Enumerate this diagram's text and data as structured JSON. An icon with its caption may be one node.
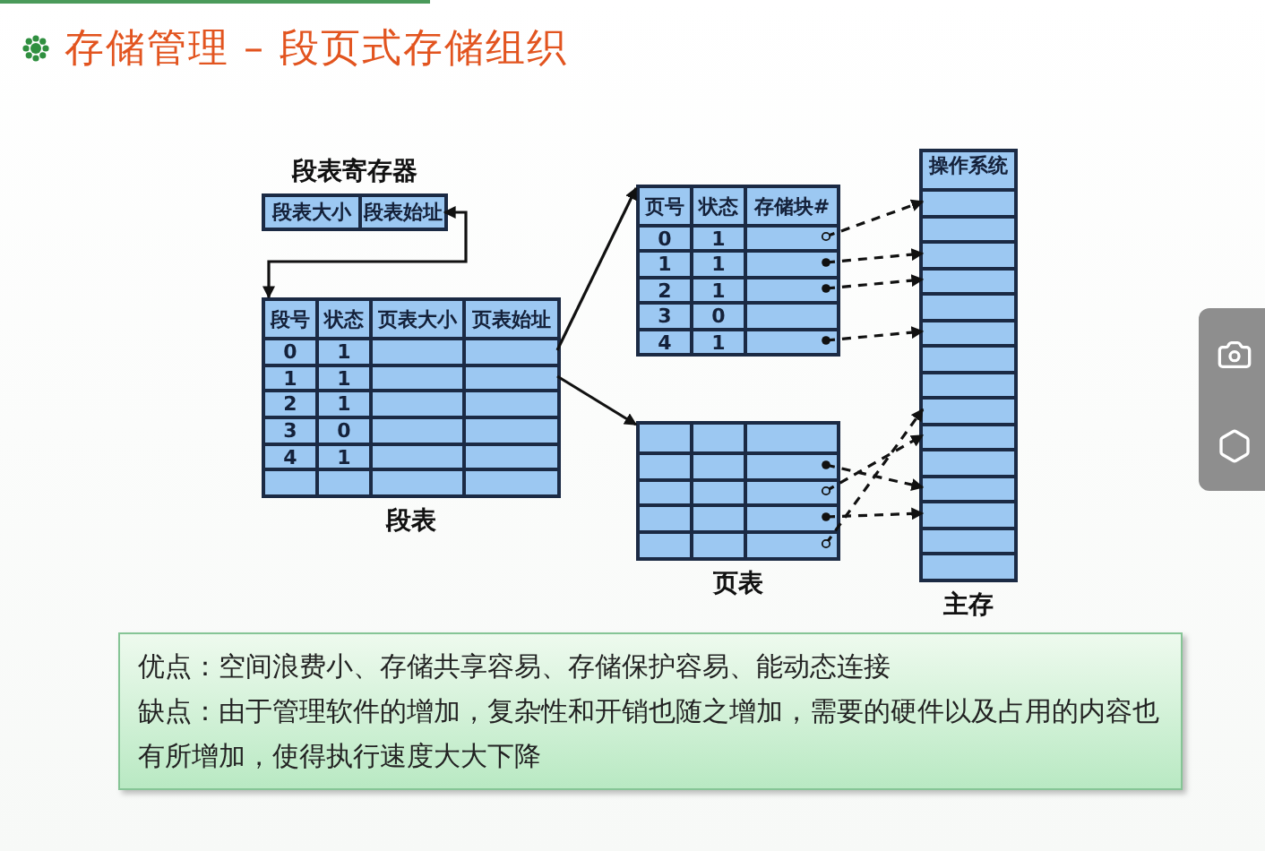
{
  "diagram": {
    "title": "存储管理 – 段页式存储组织",
    "nodes": [
      {
        "text": [
          "段表寄存器"
        ]
      },
      {
        "text": [
          "段表大小"
        ],
        "in": 0
      },
      {
        "text": [
          "段表始址"
        ],
        "in": 0
      },
      {
        "text": [
          "段表"
        ]
      },
      {
        "text": [
          "段号",
          "状态",
          "页表大小",
          "页表始址"
        ],
        "in": 3
      },
      {
        "text": [
          "0",
          "1"
        ],
        "in": 3
      },
      {
        "text": [
          "1",
          "1"
        ],
        "in": 3
      },
      {
        "text": [
          "2",
          "1"
        ],
        "in": 3
      },
      {
        "text": [
          "3",
          "0"
        ],
        "in": 3
      },
      {
        "text": [
          "4",
          "1"
        ],
        "in": 3
      },
      {
        "text": [],
        "shape": "box",
        "in": 3
      },
      {
        "text": [],
        "shape": "box"
      },
      {
        "text": [
          "页号",
          "状态",
          "存储块#"
        ],
        "in": 11
      },
      {
        "text": [
          "0",
          "1"
        ],
        "in": 11
      },
      {
        "text": [
          "1",
          "1"
        ],
        "in": 11
      },
      {
        "text": [
          "2",
          "1"
        ],
        "in": 11
      },
      {
        "text": [
          "3",
          "0"
        ],
        "in": 11
      },
      {
        "text": [
          "4",
          "1"
        ],
        "in": 11
      },
      {
        "text": [
          "页表"
        ]
      },
      {
        "text": [],
        "shape": "box",
        "in": 18
      },
      {
        "text": [],
        "shape": "box",
        "in": 18
      },
      {
        "text": [],
        "shape": "box",
        "in": 18
      },
      {
        "text": [],
        "shape": "box",
        "in": 18
      },
      {
        "text": [],
        "shape": "box",
        "in": 18
      },
      {
        "text": [
          "主存"
        ]
      },
      {
        "text": [
          "操作系统"
        ],
        "in": 24
      },
      {
        "text": [],
        "shape": "box",
        "in": 24
      },
      {
        "text": [],
        "shape": "box",
        "in": 24
      },
      {
        "text": [],
        "shape": "box",
        "in": 24
      },
      {
        "text": [],
        "shape": "box",
        "in": 24
      },
      {
        "text": [],
        "shape": "box",
        "in": 24
      },
      {
        "text": [],
        "shape": "box",
        "in": 24
      },
      {
        "text": [],
        "shape": "box",
        "in": 24
      },
      {
        "text": [],
        "shape": "box",
        "in": 24
      },
      {
        "text": [],
        "shape": "box",
        "in": 24
      },
      {
        "text": [],
        "shape": "box",
        "in": 24
      },
      {
        "text": [],
        "shape": "box",
        "in": 24
      },
      {
        "text": [],
        "shape": "box",
        "in": 24
      },
      {
        "text": [],
        "shape": "box",
        "in": 24
      },
      {
        "text": [],
        "shape": "box",
        "in": 24
      },
      {
        "text": [],
        "shape": "box",
        "in": 24
      },
      {
        "text": [
          "优点：空间浪费小、存储共享容易、存储保护容易、能动态连接",
          "缺点：由于管理软件的增加，复杂性和开销也随之增加，需要的硬件以及占用的内容也有所增加，使得执行速度大大下降"
        ]
      }
    ],
    "edges": [
      {
        "from": 2,
        "to": 3,
        "arrow": "both"
      },
      {
        "from": 5,
        "to": 11,
        "arrow": "to"
      },
      {
        "from": 6,
        "to": 18,
        "arrow": "to"
      },
      {
        "from": 13,
        "to": 26,
        "arrow": "to",
        "style": "dashed"
      },
      {
        "from": 14,
        "to": 28,
        "arrow": "to",
        "style": "dashed"
      },
      {
        "from": 15,
        "to": 29,
        "arrow": "to",
        "style": "dashed"
      },
      {
        "from": 17,
        "to": 31,
        "arrow": "to",
        "style": "dashed"
      },
      {
        "from": 20,
        "to": 37,
        "arrow": "to",
        "style": "dashed"
      },
      {
        "from": 21,
        "to": 35,
        "arrow": "to",
        "style": "dashed"
      },
      {
        "from": 22,
        "to": 38,
        "arrow": "to",
        "style": "dashed"
      },
      {
        "from": 23,
        "to": 34,
        "arrow": "to",
        "style": "dashed"
      }
    ]
  }
}
